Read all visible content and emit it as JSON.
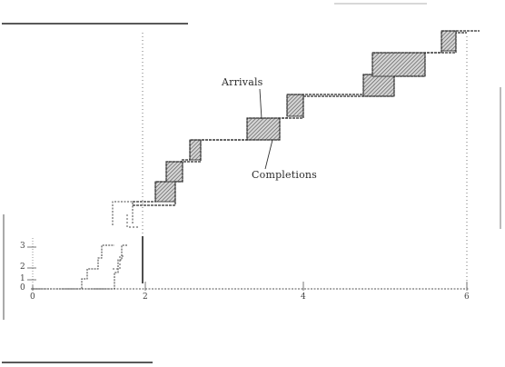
{
  "figure": {
    "annotations": {
      "arrivals": "Arrivals",
      "completions": "Completions"
    },
    "x_ticks": [
      "0",
      "2",
      "4",
      "6"
    ],
    "y_ticks": [
      "3",
      "2",
      "1",
      "0"
    ]
  },
  "colors": {
    "ink": "#2b2b2b",
    "hatch": "#6f6f6f",
    "paper": "#ffffff"
  }
}
